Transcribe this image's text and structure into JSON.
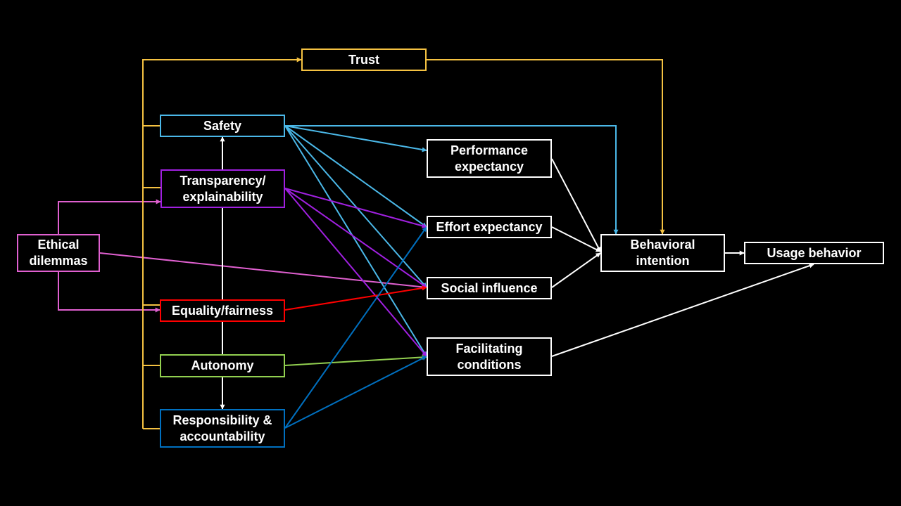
{
  "colors": {
    "trust": "#F5C242",
    "safety": "#4BB8E8",
    "transparency": "#A020E0",
    "ethical": "#E060D0",
    "equality": "#FF0000",
    "autonomy": "#92D050",
    "responsibility": "#0070C0",
    "outcome": "#FFFFFF"
  },
  "nodes": {
    "trust": "Trust",
    "safety": "Safety",
    "transparency": "Transparency/\nexplainability",
    "ethical": "Ethical\ndilemmas",
    "equality": "Equality/fairness",
    "autonomy": "Autonomy",
    "responsibility": "Responsibility &\naccountability",
    "performance": "Performance\nexpectancy",
    "effort": "Effort expectancy",
    "social": "Social influence",
    "facilitating": "Facilitating\nconditions",
    "behavioral": "Behavioral\nintention",
    "usage": "Usage behavior"
  },
  "edges": [
    {
      "from": "ethical",
      "to": "transparency",
      "color": "ethical"
    },
    {
      "from": "ethical",
      "to": "equality",
      "color": "ethical"
    },
    {
      "from": "ethical",
      "to": "social",
      "color": "ethical"
    },
    {
      "from": "trust",
      "to": "behavioral",
      "color": "trust"
    },
    {
      "from": "safety",
      "to": "behavioral",
      "color": "safety"
    },
    {
      "from": "safety",
      "to": "performance",
      "color": "safety"
    },
    {
      "from": "safety",
      "to": "effort",
      "color": "safety"
    },
    {
      "from": "safety",
      "to": "social",
      "color": "safety"
    },
    {
      "from": "safety",
      "to": "facilitating",
      "color": "safety"
    },
    {
      "from": "transparency",
      "to": "effort",
      "color": "transparency"
    },
    {
      "from": "transparency",
      "to": "social",
      "color": "transparency"
    },
    {
      "from": "transparency",
      "to": "facilitating",
      "color": "transparency"
    },
    {
      "from": "equality",
      "to": "social",
      "color": "equality"
    },
    {
      "from": "autonomy",
      "to": "facilitating",
      "color": "autonomy"
    },
    {
      "from": "autonomy",
      "to": "safety",
      "color": "outcome"
    },
    {
      "from": "autonomy",
      "to": "responsibility",
      "color": "outcome"
    },
    {
      "from": "responsibility",
      "to": "effort",
      "color": "responsibility"
    },
    {
      "from": "responsibility",
      "to": "facilitating",
      "color": "responsibility"
    },
    {
      "from": "performance",
      "to": "behavioral",
      "color": "outcome"
    },
    {
      "from": "effort",
      "to": "behavioral",
      "color": "outcome"
    },
    {
      "from": "social",
      "to": "behavioral",
      "color": "outcome"
    },
    {
      "from": "behavioral",
      "to": "usage",
      "color": "outcome"
    },
    {
      "from": "facilitating",
      "to": "usage",
      "color": "outcome"
    },
    {
      "from": "ethics-bus",
      "to": "trust",
      "color": "trust"
    }
  ]
}
